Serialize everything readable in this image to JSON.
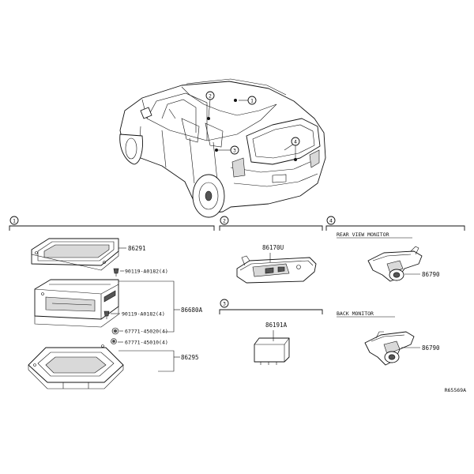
{
  "callouts": [
    "1",
    "2",
    "3",
    "4"
  ],
  "sections": {
    "s1": {
      "num": "1"
    },
    "s2": {
      "num": "2"
    },
    "s3": {
      "num": "3"
    },
    "s4": {
      "num": "4",
      "titles": [
        "REAR VIEW MONITOR",
        "BACK MONITOR"
      ]
    }
  },
  "parts": {
    "p86291": "86291",
    "b90119a": "90119-A0182(4)",
    "b90119b": "90119-A0182(4)",
    "p86680a": "86680A",
    "b67771a": "67771-45020(4)",
    "b67771b": "67771-45010(4)",
    "p86295": "86295",
    "p86170u": "86170U",
    "p86191a": "86191A",
    "p86790a": "86790",
    "p86790b": "86790"
  },
  "figure_id": "R65569A"
}
